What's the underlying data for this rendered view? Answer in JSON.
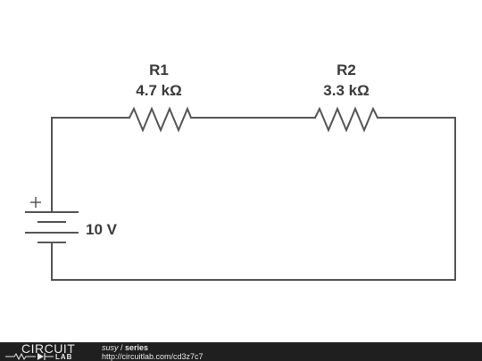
{
  "diagram": {
    "components": [
      {
        "id": "R1",
        "type": "resistor",
        "label": "R1",
        "value": "4.7 kΩ"
      },
      {
        "id": "R2",
        "type": "resistor",
        "label": "R2",
        "value": "3.3 kΩ"
      },
      {
        "id": "V1",
        "type": "battery",
        "value": "10 V",
        "polarity_mark": "+"
      }
    ],
    "wire_color": "#555555"
  },
  "footer": {
    "logo_top": "CIRCUIT",
    "logo_bottom": "LAB",
    "user": "susy",
    "separator": " / ",
    "circuit_name": "series",
    "url": "http://circuitlab.com/cd3z7c7"
  }
}
